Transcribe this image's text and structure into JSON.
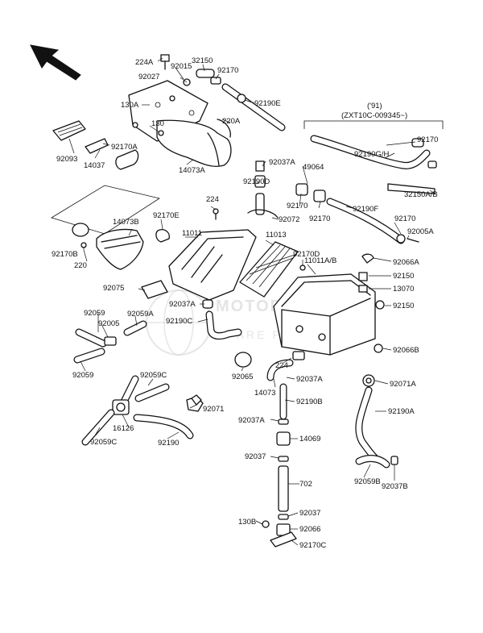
{
  "watermark": {
    "line1": "MOTORCYCLE",
    "line2": "SPARE PARTS"
  },
  "variant_note": {
    "year": "('91)",
    "serial": "(ZXT10C-009345~)"
  },
  "labels": {
    "p224A": "224A",
    "p92015": "92015",
    "p32150": "32150",
    "p92027": "92027",
    "p92170a": "92170",
    "p130A": "130A",
    "p92190E": "92190E",
    "p130": "130",
    "p220A": "220A",
    "p92093": "92093",
    "p92170A": "92170A",
    "p14037": "14037",
    "p14073A": "14073A",
    "p92037A_top": "92037A",
    "p49064": "49064",
    "p92190D": "92190D",
    "p92190GH": "92190G/H",
    "p92170b": "92170",
    "p32150AB": "32150A/B",
    "p224": "224",
    "p92072": "92072",
    "p92170c": "92170",
    "p92190F": "92190F",
    "p92170d": "92170",
    "p92005A": "92005A",
    "p14073B": "14073B",
    "p92170E": "92170E",
    "p11011": "11011",
    "p11013": "11013",
    "p92170B": "92170B",
    "p220": "220",
    "p92170D": "92170D",
    "p11011AB": "11011A/B",
    "p92066A": "92066A",
    "p92075": "92075",
    "p92150a": "92150",
    "p13070": "13070",
    "p92037A_mid": "92037A",
    "p92059_top": "92059",
    "p92059A": "92059A",
    "p92005": "92005",
    "p92190C": "92190C",
    "p92150b": "92150",
    "p92066B": "92066B",
    "p92065": "92065",
    "p224b": "224",
    "p92059_bot": "92059",
    "p92059C_top": "92059C",
    "p14073": "14073",
    "p92037A_low": "92037A",
    "p92071A": "92071A",
    "p92190B": "92190B",
    "p92071": "92071",
    "p92190A": "92190A",
    "p92037A_b": "92037A",
    "p16126": "16126",
    "p14069": "14069",
    "p92059C_bot": "92059C",
    "p92190": "92190",
    "p92059B": "92059B",
    "p92037": "92037",
    "p92037B": "92037B",
    "p702": "702",
    "p92037_low": "92037",
    "p130B": "130B",
    "p92066": "92066",
    "p92170C": "92170C"
  }
}
